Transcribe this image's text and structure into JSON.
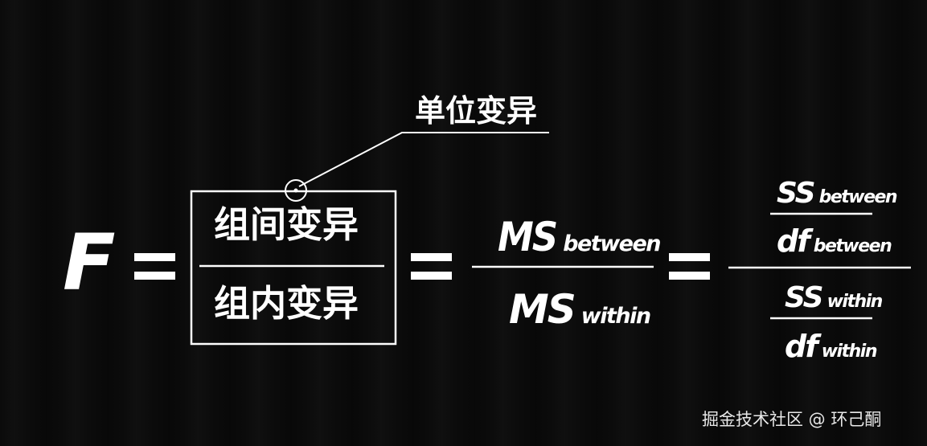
{
  "formula": {
    "lhs": "F",
    "equals": "=",
    "callout_label": "单位变异",
    "box_numerator": "组间变异",
    "box_denominator": "组内变异",
    "ms_numerator": {
      "main": "MS",
      "sub": "between"
    },
    "ms_denominator": {
      "main": "MS",
      "sub": "within"
    },
    "ss_between": {
      "main": "SS",
      "sub": "between"
    },
    "df_between": {
      "main": "df",
      "sub": "between"
    },
    "ss_within": {
      "main": "SS",
      "sub": "within"
    },
    "df_within": {
      "main": "df",
      "sub": "within"
    }
  },
  "watermark": "掘金技术社区 @ 环己酮"
}
